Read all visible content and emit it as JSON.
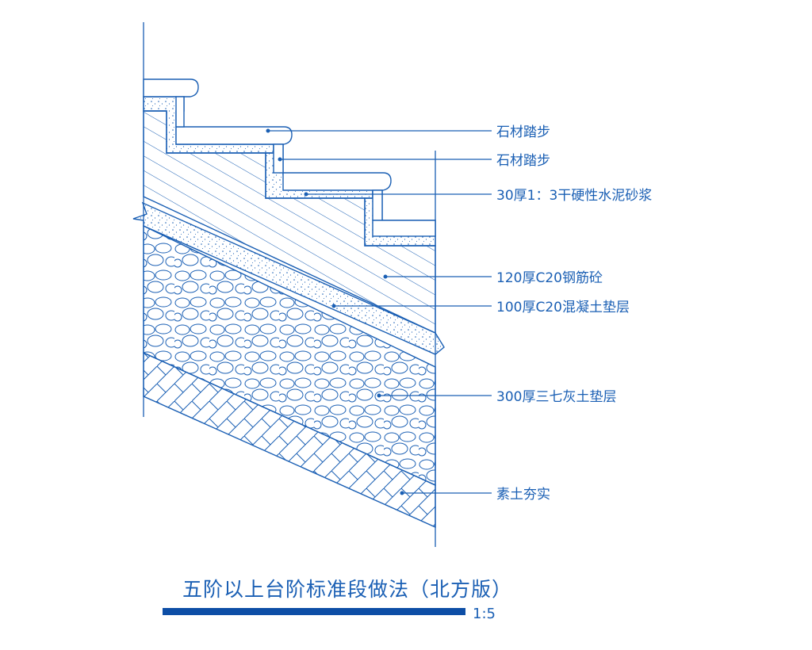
{
  "colors": {
    "line": "#1a5fb4",
    "title_bar": "#0d4ea6",
    "background": "#ffffff"
  },
  "labels": [
    "石材踏步",
    "石材踏步",
    "30厚1：3干硬性水泥砂浆",
    "120厚C20钢筋砼",
    "100厚C20混凝土垫层",
    "300厚三七灰土垫层",
    "素土夯实"
  ],
  "title": "五阶以上台阶标准段做法（北方版）",
  "scale": "1:5"
}
